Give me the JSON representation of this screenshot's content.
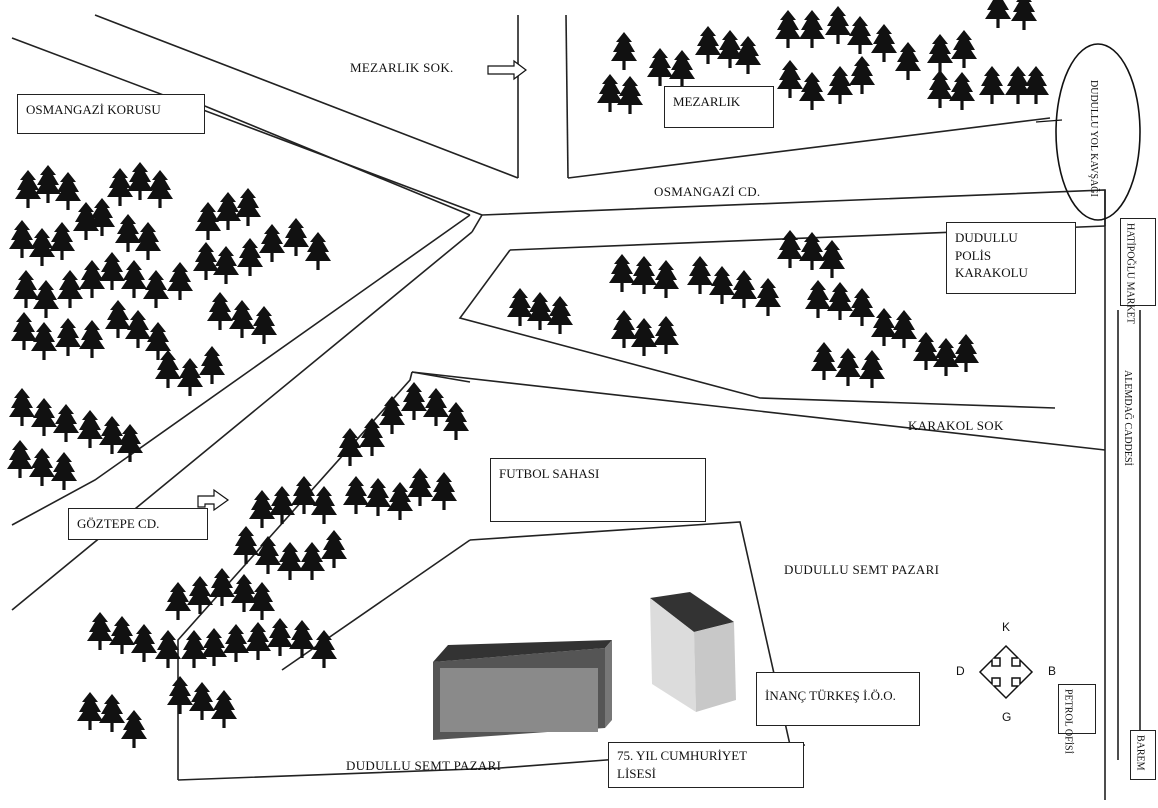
{
  "labels": {
    "mezarlik_sok": "MEZARLIK SOK.",
    "osmangazi_korusu": "OSMANGAZİ KORUSU",
    "mezarlik": "MEZARLIK",
    "dudullu_yol_kavsagi": "DUDULLU YOL KAVŞAĞI",
    "osmangazi_cd": "OSMANGAZİ CD.",
    "hatipoglu_market": "HATİPOĞLU MARKET",
    "dudullu_polis_1": "DUDULLU",
    "dudullu_polis_2": "POLİS",
    "dudullu_polis_3": "KARAKOLU",
    "alemdag_caddesi": "ALEMDAĞ CADDESİ",
    "karakol_sok": "KARAKOL SOK",
    "futbol_sahasi": "FUTBOL SAHASI",
    "goztepe_cd": "GÖZTEPE CD.",
    "dudullu_semt_pazari_east": "DUDULLU SEMT PAZARI",
    "inanc_turkes": "İNANÇ TÜRKEŞ İ.Ö.O.",
    "petrol_ofisi": "PETROL OFİSİ",
    "barem": "BAREM",
    "lise_1": "75. YIL CUMHURİYET",
    "lise_2": "LİSESİ",
    "dudullu_semt_pazari_south": "DUDULLU SEMT PAZARI"
  },
  "compass": {
    "north": "K",
    "south": "G",
    "east": "B",
    "west": "D"
  },
  "icons": {
    "tree": "tree-icon",
    "arrow": "arrow-icon",
    "compass": "compass-icon",
    "building": "building-icon"
  },
  "colors": {
    "road": "#222222",
    "tree": "#111111",
    "building_dark": "#444444",
    "building_light": "#d6d6d6"
  }
}
